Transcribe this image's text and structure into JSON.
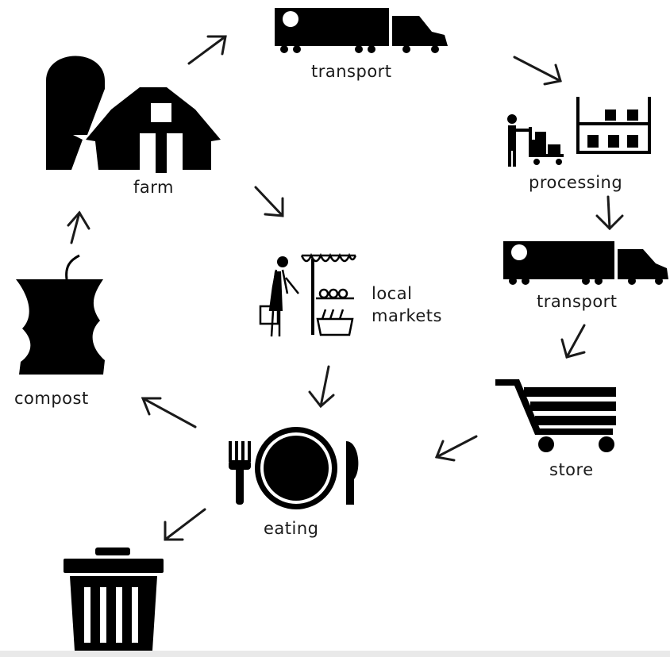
{
  "nodes": {
    "farm": {
      "label": "farm"
    },
    "transport_top": {
      "label": "transport"
    },
    "processing": {
      "label": "processing"
    },
    "transport_right": {
      "label": "transport"
    },
    "store": {
      "label": "store"
    },
    "eating": {
      "label": "eating"
    },
    "local_markets": {
      "line1": "local",
      "line2": "markets"
    },
    "compost": {
      "label": "compost"
    }
  },
  "icons": {
    "farm": "barn-silo-icon",
    "transport_top": "truck-icon",
    "processing": "warehouse-worker-icon",
    "transport_right": "truck-icon",
    "store": "shopping-cart-icon",
    "eating": "fork-plate-knife-icon",
    "local_markets": "market-stall-shopper-icon",
    "compost": "apple-core-icon",
    "waste": "trash-can-icon"
  },
  "colors": {
    "ink": "#000000",
    "text": "#1a1a1a",
    "background": "#ffffff"
  }
}
